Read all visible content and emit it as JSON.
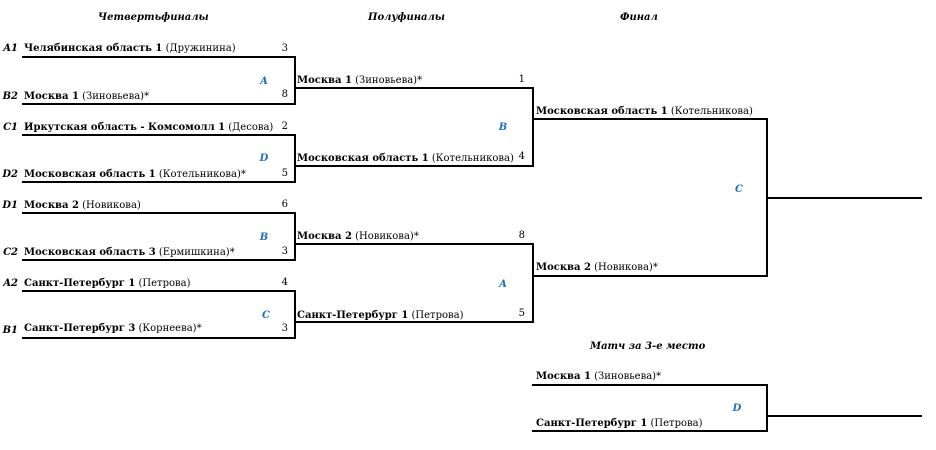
{
  "rounds": {
    "quarterfinals": "Четвертьфиналы",
    "semifinals": "Полуфиналы",
    "final": "Финал",
    "third_place": "Матч за 3-е место"
  },
  "quarterfinals": [
    {
      "court": "A",
      "top": {
        "seed": "A1",
        "name": "Челябинская область 1",
        "coach": " (Дружинина)",
        "mark": "",
        "score": "3"
      },
      "bottom": {
        "seed": "B2",
        "name": "Москва 1",
        "coach": " (Зиновьева)",
        "mark": "*",
        "score": "8"
      }
    },
    {
      "court": "D",
      "top": {
        "seed": "C1",
        "name": "Иркутская область - Комсомолл 1",
        "coach": " (Десова)",
        "mark": "",
        "score": "2"
      },
      "bottom": {
        "seed": "D2",
        "name": "Московская область 1",
        "coach": " (Котельникова)",
        "mark": "*",
        "score": "5"
      }
    },
    {
      "court": "B",
      "top": {
        "seed": "D1",
        "name": "Москва 2",
        "coach": " (Новикова)",
        "mark": "",
        "score": "6"
      },
      "bottom": {
        "seed": "C2",
        "name": "Московская область 3",
        "coach": " (Ермишкина)",
        "mark": "*",
        "score": "3"
      }
    },
    {
      "court": "C",
      "top": {
        "seed": "A2",
        "name": "Санкт-Петербург 1",
        "coach": " (Петрова)",
        "mark": "",
        "score": "4"
      },
      "bottom": {
        "seed": "B1",
        "name": "Санкт-Петербург 3",
        "coach": " (Корнеева)",
        "mark": "*",
        "score": "3"
      }
    }
  ],
  "semifinals": [
    {
      "court": "B",
      "top": {
        "name": "Москва 1",
        "coach": " (Зиновьева)",
        "mark": "*",
        "score": "1"
      },
      "bottom": {
        "name": "Московская область 1",
        "coach": " (Котельникова)",
        "mark": "",
        "score": "4"
      }
    },
    {
      "court": "A",
      "top": {
        "name": "Москва 2",
        "coach": " (Новикова)",
        "mark": "*",
        "score": "8"
      },
      "bottom": {
        "name": "Санкт-Петербург 1",
        "coach": " (Петрова)",
        "mark": "",
        "score": "5"
      }
    }
  ],
  "final": {
    "court": "C",
    "top": {
      "name": "Московская область 1",
      "coach": " (Котельникова)",
      "mark": ""
    },
    "bottom": {
      "name": "Москва 2",
      "coach": " (Новикова)",
      "mark": "*"
    }
  },
  "third_place": {
    "court": "D",
    "top": {
      "name": "Москва 1",
      "coach": " (Зиновьева)",
      "mark": "*"
    },
    "bottom": {
      "name": "Санкт-Петербург 1",
      "coach": " (Петрова)",
      "mark": ""
    }
  }
}
